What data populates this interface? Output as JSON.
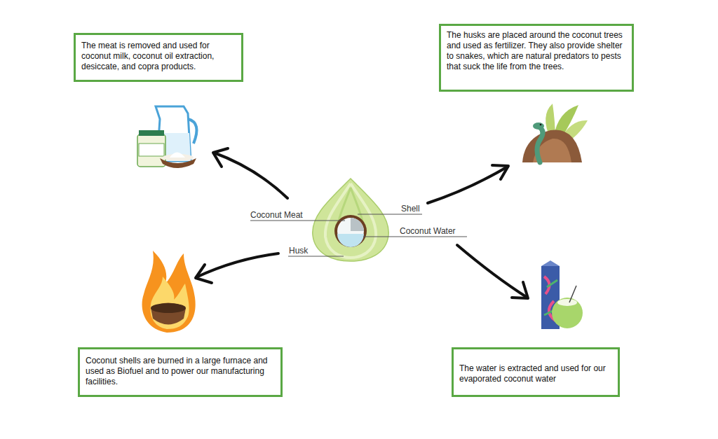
{
  "diagram": {
    "nodes": [
      {
        "text": [
          "The meat is removed and used for coconut milk, coconut oil extraction, desiccate, and copra products."
        ]
      },
      {
        "text": [
          "The husks are placed around the coconut trees and used as fertilizer. They also provide shelter to snakes, which are natural predators to pests that suck the life from the trees."
        ]
      },
      {
        "text": [
          "Coconut shells are burned in a large furnace and used as Biofuel and to power our manufacturing facilities."
        ]
      },
      {
        "text": [
          "The water is extracted and used for our evaporated coconut water"
        ]
      }
    ],
    "labels": [
      "Coconut Meat",
      "Shell",
      "Coconut Water",
      "Husk"
    ]
  }
}
